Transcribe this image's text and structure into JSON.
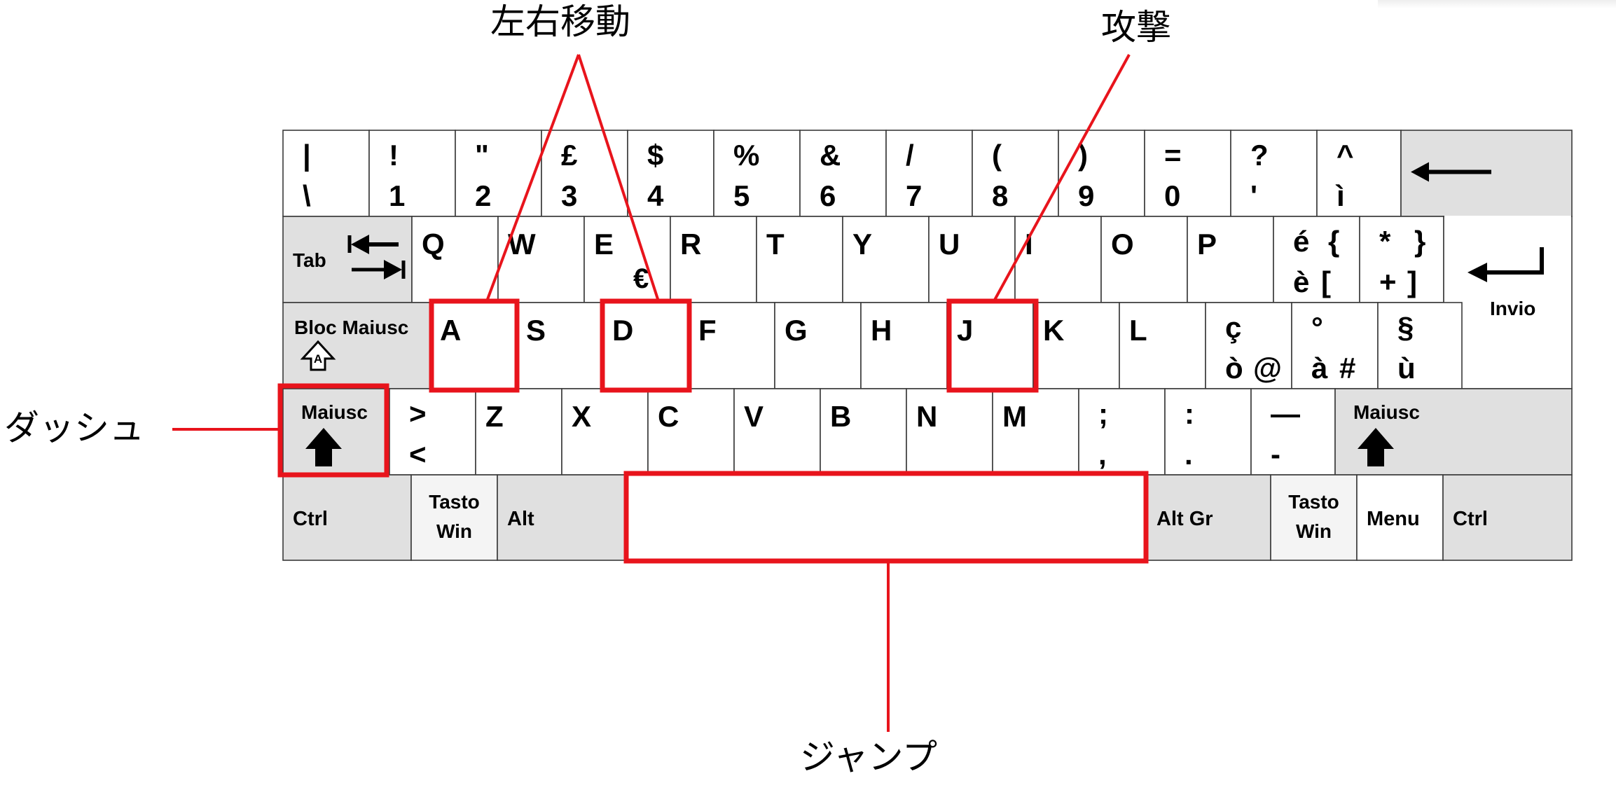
{
  "annotations": {
    "move": "左右移動",
    "attack": "攻撃",
    "dash": "ダッシュ",
    "jump": "ジャンプ"
  },
  "colors": {
    "highlight": "#e8141c",
    "key_fill": "#ffffff",
    "modifier_fill": "#e0e0e0",
    "key_border": "#3a3a3a",
    "text": "#000000"
  },
  "keyboard": {
    "rows": [
      [
        {
          "top": "|",
          "bottom": "\\"
        },
        {
          "top": "!",
          "bottom": "1"
        },
        {
          "top": "\"",
          "bottom": "2"
        },
        {
          "top": "£",
          "bottom": "3"
        },
        {
          "top": "$",
          "bottom": "4"
        },
        {
          "top": "%",
          "bottom": "5"
        },
        {
          "top": "&",
          "bottom": "6"
        },
        {
          "top": "/",
          "bottom": "7"
        },
        {
          "top": "(",
          "bottom": "8"
        },
        {
          "top": ")",
          "bottom": "9"
        },
        {
          "top": "=",
          "bottom": "0"
        },
        {
          "top": "?",
          "bottom": "'"
        },
        {
          "top": "^",
          "bottom": "ì"
        },
        {
          "icon": "backspace-arrow-icon",
          "modifier": true
        }
      ],
      [
        {
          "label": "Tab",
          "icon": "tab-arrows-icon",
          "modifier": true
        },
        {
          "label": "Q"
        },
        {
          "label": "W"
        },
        {
          "label": "E",
          "alt": "€"
        },
        {
          "label": "R"
        },
        {
          "label": "T"
        },
        {
          "label": "Y"
        },
        {
          "label": "U"
        },
        {
          "label": "I"
        },
        {
          "label": "O"
        },
        {
          "label": "P"
        },
        {
          "top": "é",
          "top2": "{",
          "bottom": "è",
          "bottom2": "["
        },
        {
          "top": "*",
          "top2": "}",
          "bottom": "+",
          "bottom2": "]"
        },
        {
          "label": "Invio",
          "icon": "enter-arrow-icon"
        }
      ],
      [
        {
          "label": "Bloc Maiusc",
          "icon": "caps-lock-icon",
          "modifier": true
        },
        {
          "label": "A",
          "highlight": true
        },
        {
          "label": "S"
        },
        {
          "label": "D",
          "highlight": true
        },
        {
          "label": "F"
        },
        {
          "label": "G"
        },
        {
          "label": "H"
        },
        {
          "label": "J",
          "highlight": true
        },
        {
          "label": "K"
        },
        {
          "label": "L"
        },
        {
          "top": "ç",
          "bottom": "ò",
          "bottom2": "@"
        },
        {
          "top": "°",
          "bottom": "à",
          "bottom2": "#"
        },
        {
          "top": "§",
          "bottom": "ù"
        }
      ],
      [
        {
          "label": "Maiusc",
          "icon": "shift-arrow-icon",
          "modifier": true,
          "highlight": true
        },
        {
          "top": ">",
          "bottom": "<"
        },
        {
          "label": "Z"
        },
        {
          "label": "X"
        },
        {
          "label": "C"
        },
        {
          "label": "V"
        },
        {
          "label": "B"
        },
        {
          "label": "N"
        },
        {
          "label": "M"
        },
        {
          "top": ";",
          "bottom": ","
        },
        {
          "top": ":",
          "bottom": "."
        },
        {
          "top": "—",
          "bottom": "-"
        },
        {
          "label": "Maiusc",
          "icon": "shift-arrow-icon",
          "modifier": true
        }
      ],
      [
        {
          "label": "Ctrl",
          "modifier": true
        },
        {
          "label": "Tasto\nWin",
          "light": true
        },
        {
          "label": "Alt",
          "modifier": true
        },
        {
          "label": "",
          "space": true,
          "highlight": true
        },
        {
          "label": "Alt Gr",
          "modifier": true
        },
        {
          "label": "Tasto\nWin",
          "light": true
        },
        {
          "label": "Menu"
        },
        {
          "label": "Ctrl",
          "modifier": true
        }
      ]
    ]
  }
}
